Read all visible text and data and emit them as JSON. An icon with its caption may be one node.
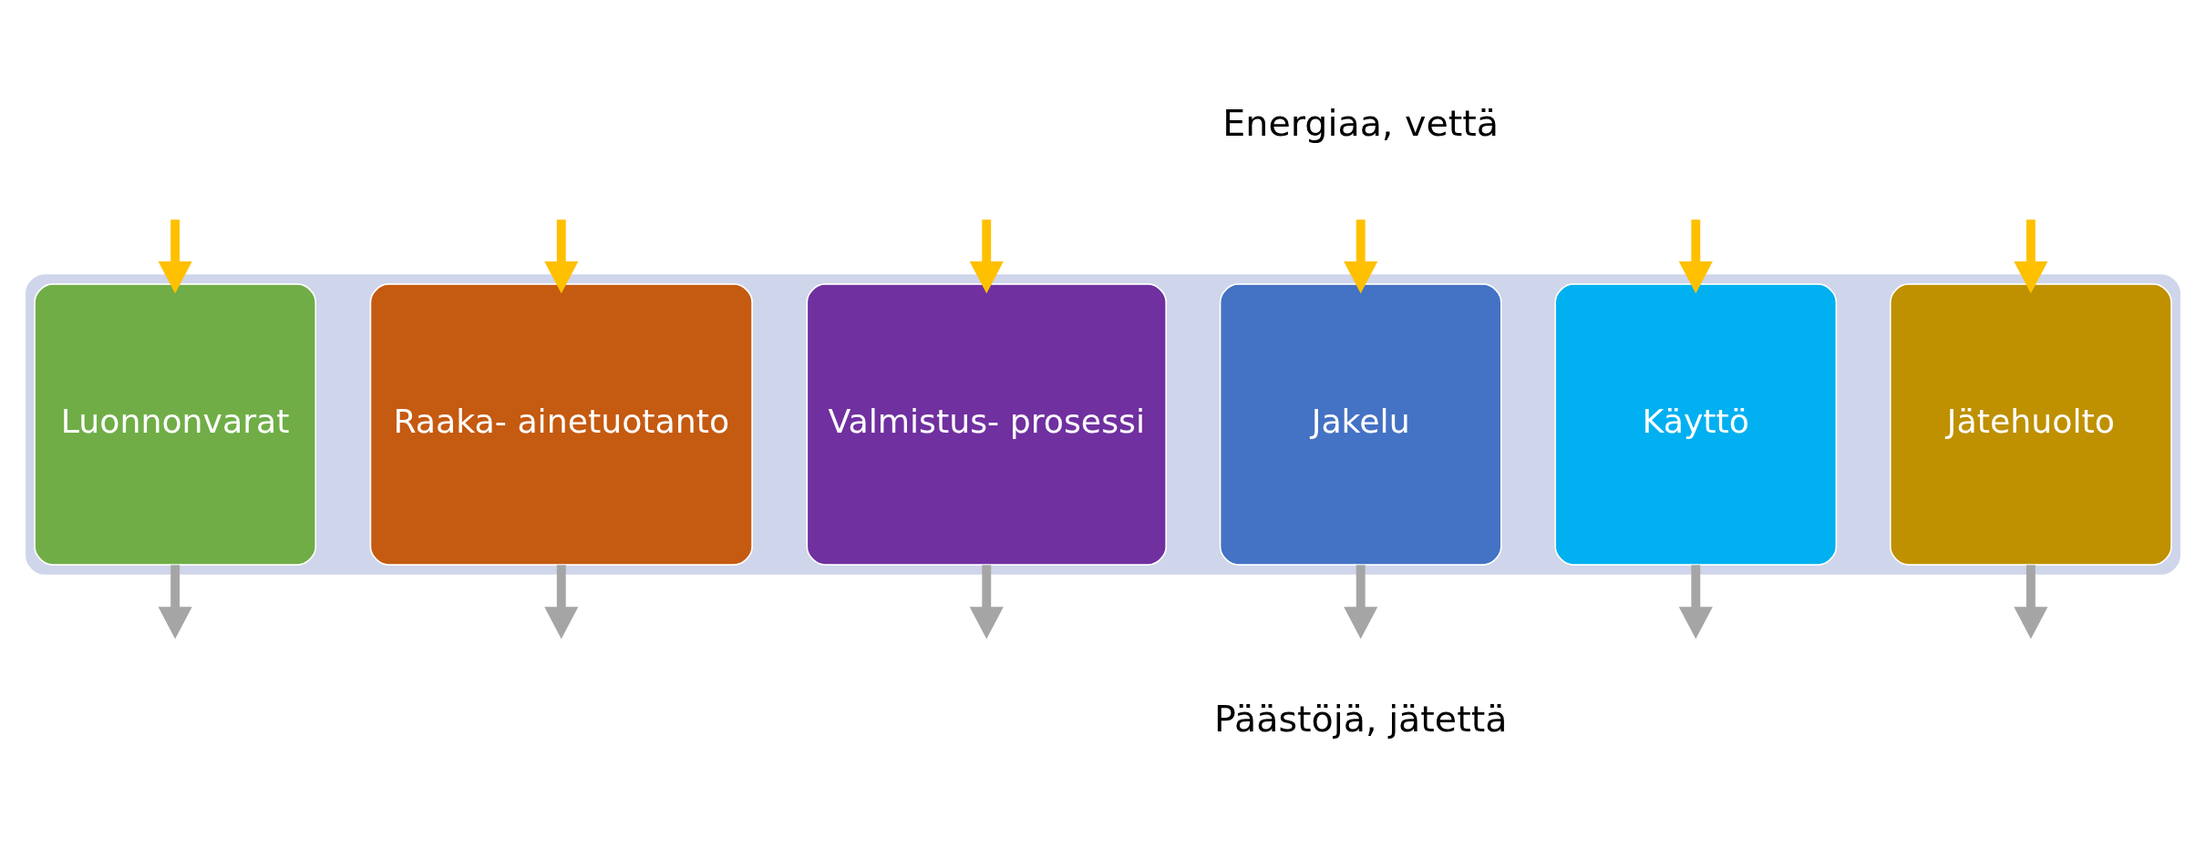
{
  "diagram": {
    "nodes": [
      {
        "text": [],
        "shape": "arrow"
      },
      {
        "text": [
          "Luonnonvarat"
        ],
        "in": 0
      },
      {
        "text": [
          "Raaka- ainetuotanto"
        ],
        "in": 0
      },
      {
        "text": [
          "Valmistus- prosessi"
        ],
        "in": 0
      },
      {
        "text": [
          "Jakelu"
        ],
        "in": 0
      },
      {
        "text": [
          "Käyttö"
        ],
        "in": 0
      },
      {
        "text": [
          "Jätehuolto"
        ],
        "in": 0
      }
    ],
    "edges": [
      {
        "from": 1,
        "to": null,
        "arrow": "to",
        "color": "#a5a5a5"
      },
      {
        "from": 2,
        "to": null,
        "arrow": "to",
        "color": "#a5a5a5"
      },
      {
        "from": 3,
        "to": null,
        "arrow": "to",
        "color": "#a5a5a5"
      },
      {
        "from": 4,
        "to": null,
        "arrow": "to",
        "color": "#a5a5a5"
      },
      {
        "from": 5,
        "to": null,
        "arrow": "to",
        "color": "#a5a5a5"
      },
      {
        "from": 6,
        "to": null,
        "arrow": "to",
        "color": "#a5a5a5"
      },
      {
        "from": null,
        "to": 1,
        "arrow": "to",
        "color": "#ffc000"
      },
      {
        "from": null,
        "to": 2,
        "arrow": "to",
        "color": "#ffc000"
      },
      {
        "from": null,
        "to": 3,
        "arrow": "to",
        "color": "#ffc000"
      },
      {
        "from": null,
        "to": 4,
        "arrow": "to",
        "color": "#ffc000"
      },
      {
        "from": null,
        "to": 5,
        "arrow": "to",
        "color": "#ffc000"
      },
      {
        "from": null,
        "to": 6,
        "arrow": "to",
        "color": "#ffc000"
      }
    ],
    "labels": [
      "Energiaa, vettä",
      "Päästöjä, jätettä"
    ]
  }
}
